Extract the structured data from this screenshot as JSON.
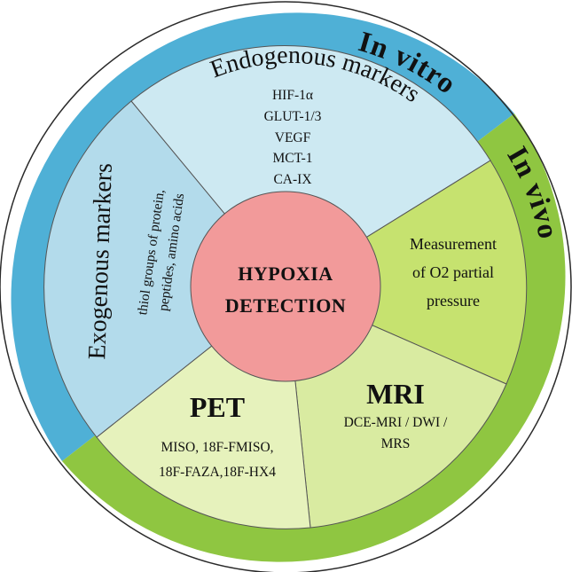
{
  "outer_ring": {
    "in_vitro_label": "In vitro",
    "in_vivo_label": "In vivo",
    "in_vitro_color": "#4fb0d6",
    "in_vivo_color": "#8fc641"
  },
  "center": {
    "line1": "HYPOXIA",
    "line2": "DETECTION",
    "color": "#f29a9a"
  },
  "sectors": {
    "endogenous": {
      "title": "Endogenous markers",
      "items": [
        "HIF-1α",
        "GLUT-1/3",
        "VEGF",
        "MCT-1",
        "CA-IX"
      ],
      "color": "#cde9f2"
    },
    "exogenous": {
      "title": "Exogenous markers",
      "subtitle_line1": "thiol groups of protein,",
      "subtitle_line2": "peptides, amino acids",
      "color": "#b3dbeb"
    },
    "oxygen": {
      "line1": "Measurement",
      "line2": "of O2 partial",
      "line3": "pressure",
      "color": "#c6e26f"
    },
    "mri": {
      "title": "MRI",
      "line1": "DCE-MRI / DWI /",
      "line2": "MRS",
      "color": "#d9eba1"
    },
    "pet": {
      "title": "PET",
      "line1": "MISO, 18F-FMISO,",
      "line2": "18F-FAZA,18F-HX4",
      "color": "#e6f2bc"
    }
  }
}
